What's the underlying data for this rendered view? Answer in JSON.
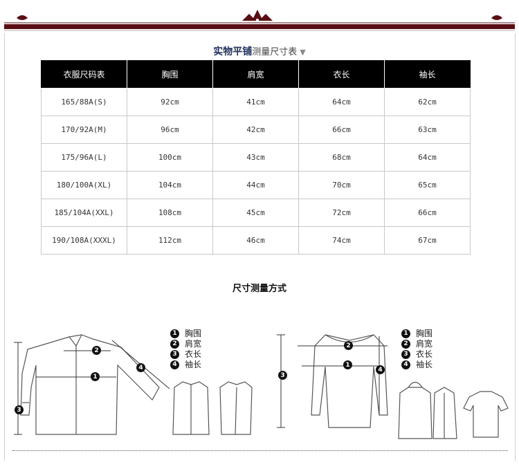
{
  "title": {
    "main": "实物平铺",
    "sub": "测量尺寸表"
  },
  "table": {
    "headers": [
      "衣服尺码表",
      "胸围",
      "肩宽",
      "衣长",
      "袖长"
    ],
    "rows": [
      [
        "165/88A(S)",
        "92cm",
        "41cm",
        "64cm",
        "62cm"
      ],
      [
        "170/92A(M)",
        "96cm",
        "42cm",
        "66cm",
        "63cm"
      ],
      [
        "175/96A(L)",
        "100cm",
        "43cm",
        "68cm",
        "64cm"
      ],
      [
        "180/100A(XL)",
        "104cm",
        "44cm",
        "70cm",
        "65cm"
      ],
      [
        "185/104A(XXL)",
        "108cm",
        "45cm",
        "72cm",
        "66cm"
      ],
      [
        "190/108A(XXXL)",
        "112cm",
        "46cm",
        "74cm",
        "67cm"
      ]
    ]
  },
  "measure_title": "尺寸测量方式",
  "legend_left": [
    {
      "num": "1",
      "label": "胸围"
    },
    {
      "num": "2",
      "label": "肩宽"
    },
    {
      "num": "3",
      "label": "衣长"
    },
    {
      "num": "4",
      "label": "袖长"
    }
  ],
  "legend_right": [
    {
      "num": "1",
      "label": "胸围"
    },
    {
      "num": "2",
      "label": "肩宽"
    },
    {
      "num": "3",
      "label": "衣长"
    },
    {
      "num": "4",
      "label": "袖长"
    }
  ],
  "colors": {
    "banner": "#5a0f14",
    "header_bg": "#000000",
    "grid": "#c8c8c8"
  }
}
